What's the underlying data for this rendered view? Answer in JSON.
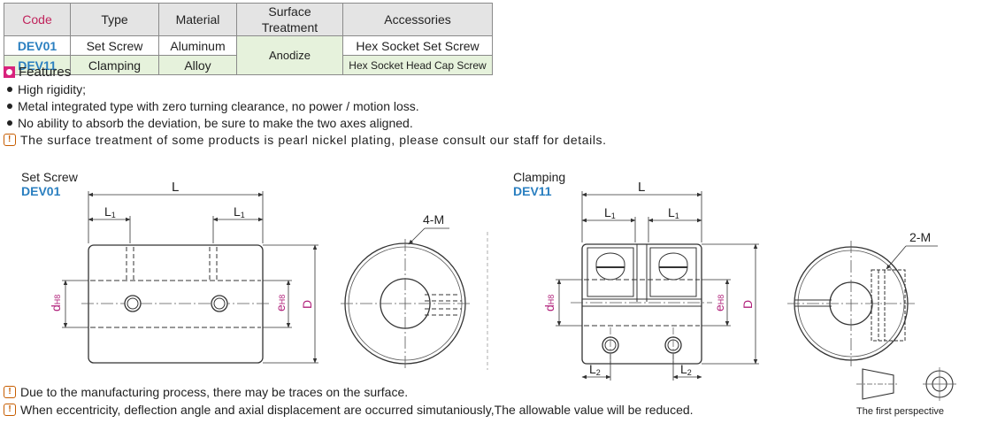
{
  "table": {
    "headers": [
      "Code",
      "Type",
      "Material",
      "Surface Treatment",
      "Accessories"
    ],
    "rows": [
      {
        "code": "DEV01",
        "type": "Set Screw",
        "accessory": "Hex Socket Set Screw"
      },
      {
        "code": "DEV11",
        "type": "Clamping",
        "accessory": "Hex Socket Head Cap Screw"
      }
    ],
    "material_line1": "Aluminum",
    "material_line2": "Alloy",
    "surface": "Anodize"
  },
  "features": {
    "title": "Features",
    "items": [
      "High rigidity;",
      "Metal integrated type with zero turning clearance, no power / motion loss.",
      "No ability to absorb the deviation, be sure to make the two axes aligned."
    ],
    "note": "The surface treatment of some products is pearl nickel plating, please consult our staff for details."
  },
  "drawing_left": {
    "title": "Set Screw",
    "code": "DEV01",
    "dim_L": "L",
    "dim_L1": "L",
    "dim_L1_sub": "1",
    "dim_d": "d",
    "dim_d_sub": "H8",
    "dim_e": "e",
    "dim_e_sub": "H8",
    "dim_D": "D",
    "dim_M": "4-M"
  },
  "drawing_right": {
    "title": "Clamping",
    "code": "DEV11",
    "dim_L": "L",
    "dim_L1": "L",
    "dim_L1_sub": "1",
    "dim_L2": "L",
    "dim_L2_sub": "2",
    "dim_d": "d",
    "dim_d_sub": "H8",
    "dim_e": "e",
    "dim_e_sub": "H8",
    "dim_D": "D",
    "dim_M": "2-M"
  },
  "bottom_notes": [
    "Due to the manufacturing process, there may be traces on the surface.",
    "When eccentricity, deflection angle and axial displacement are occurred simutaniously,The allowable value will be reduced."
  ],
  "projection_label": "The first perspective",
  "colors": {
    "code_blue": "#2a7fc0",
    "header_pink": "#c0245c",
    "dim_magenta": "#b0207a",
    "warn_orange": "#c75d00",
    "highlight_green": "#e6f2dc"
  },
  "icons": {
    "features": "circle-square-icon",
    "warning": "exclamation-box-icon",
    "projection": "first-angle-projection-icon"
  }
}
